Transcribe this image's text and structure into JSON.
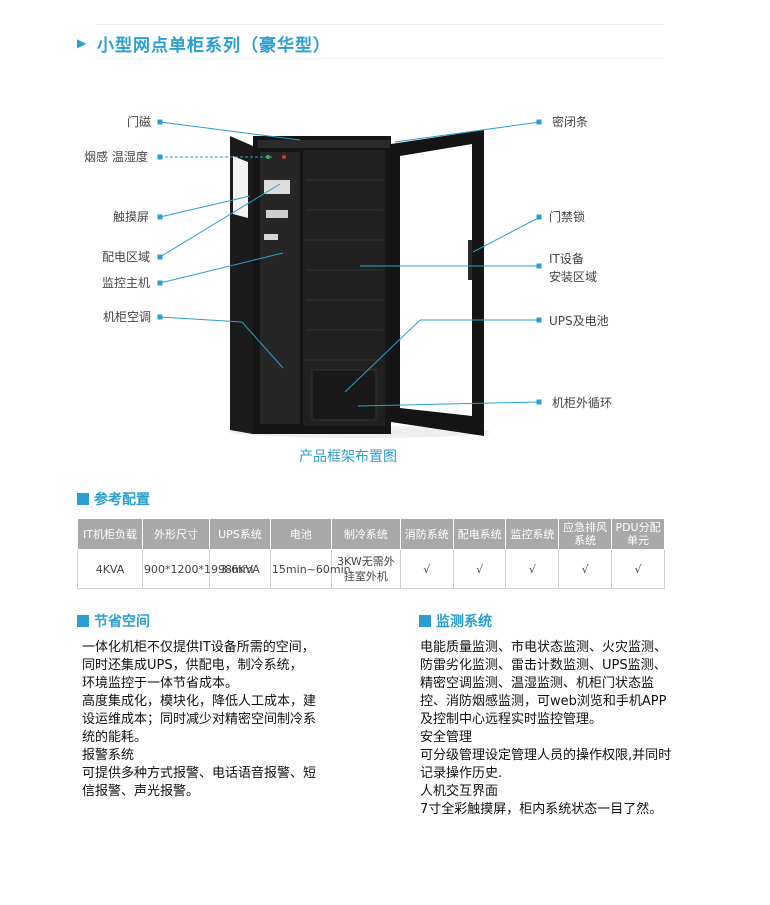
{
  "header": {
    "title": "小型网点单柜系列（豪华型）"
  },
  "diagram": {
    "caption": "产品框架布置图",
    "callouts": {
      "left": [
        "门磁",
        "烟感 温湿度",
        "触摸屏",
        "配电区域",
        "监控主机",
        "机柜空调"
      ],
      "right": [
        "密闭条",
        "门禁锁",
        "IT设备",
        "安装区域",
        "UPS及电池",
        "机柜外循环"
      ]
    }
  },
  "config": {
    "title": "参考配置",
    "headers": [
      "IT机柜负载",
      "外形尺寸",
      "UPS系统",
      "电池",
      "制冷系统",
      "消防系统",
      "配电系统",
      "监控系统",
      "应急排风系统",
      "PDU分配单元"
    ],
    "row": [
      "4KVA",
      "900*1200*1998mm",
      "3-6KVA",
      "15min~60min",
      "3KW无需外挂室外机",
      "√",
      "√",
      "√",
      "√",
      "√"
    ]
  },
  "saving": {
    "title": "节省空间",
    "lines": [
      "一体化机柜不仅提供IT设备所需的空间，",
      "同时还集成UPS，供配电，制冷系统，",
      "环境监控于一体节省成本。",
      "高度集成化，模块化，降低人工成本，建",
      "设运维成本；同时减少对精密空间制冷系",
      "统的能耗。",
      "报警系统",
      "可提供多种方式报警、电话语音报警、短",
      "信报警、声光报警。"
    ]
  },
  "monitoring": {
    "title": "监测系统",
    "lines": [
      "电能质量监测、市电状态监测、火灾监测、",
      "防雷劣化监测、雷击计数监测、UPS监测、",
      "精密空调监测、温湿监测、机柜门状态监",
      "控、消防烟感监测，可web浏览和手机APP",
      "及控制中心远程实时监控管理。",
      "安全管理",
      "可分级管理设定管理人员的操作权限,并同时",
      "记录操作历史.",
      "人机交互界面",
      "7寸全彩触摸屏，柜内系统状态一目了然。"
    ]
  }
}
